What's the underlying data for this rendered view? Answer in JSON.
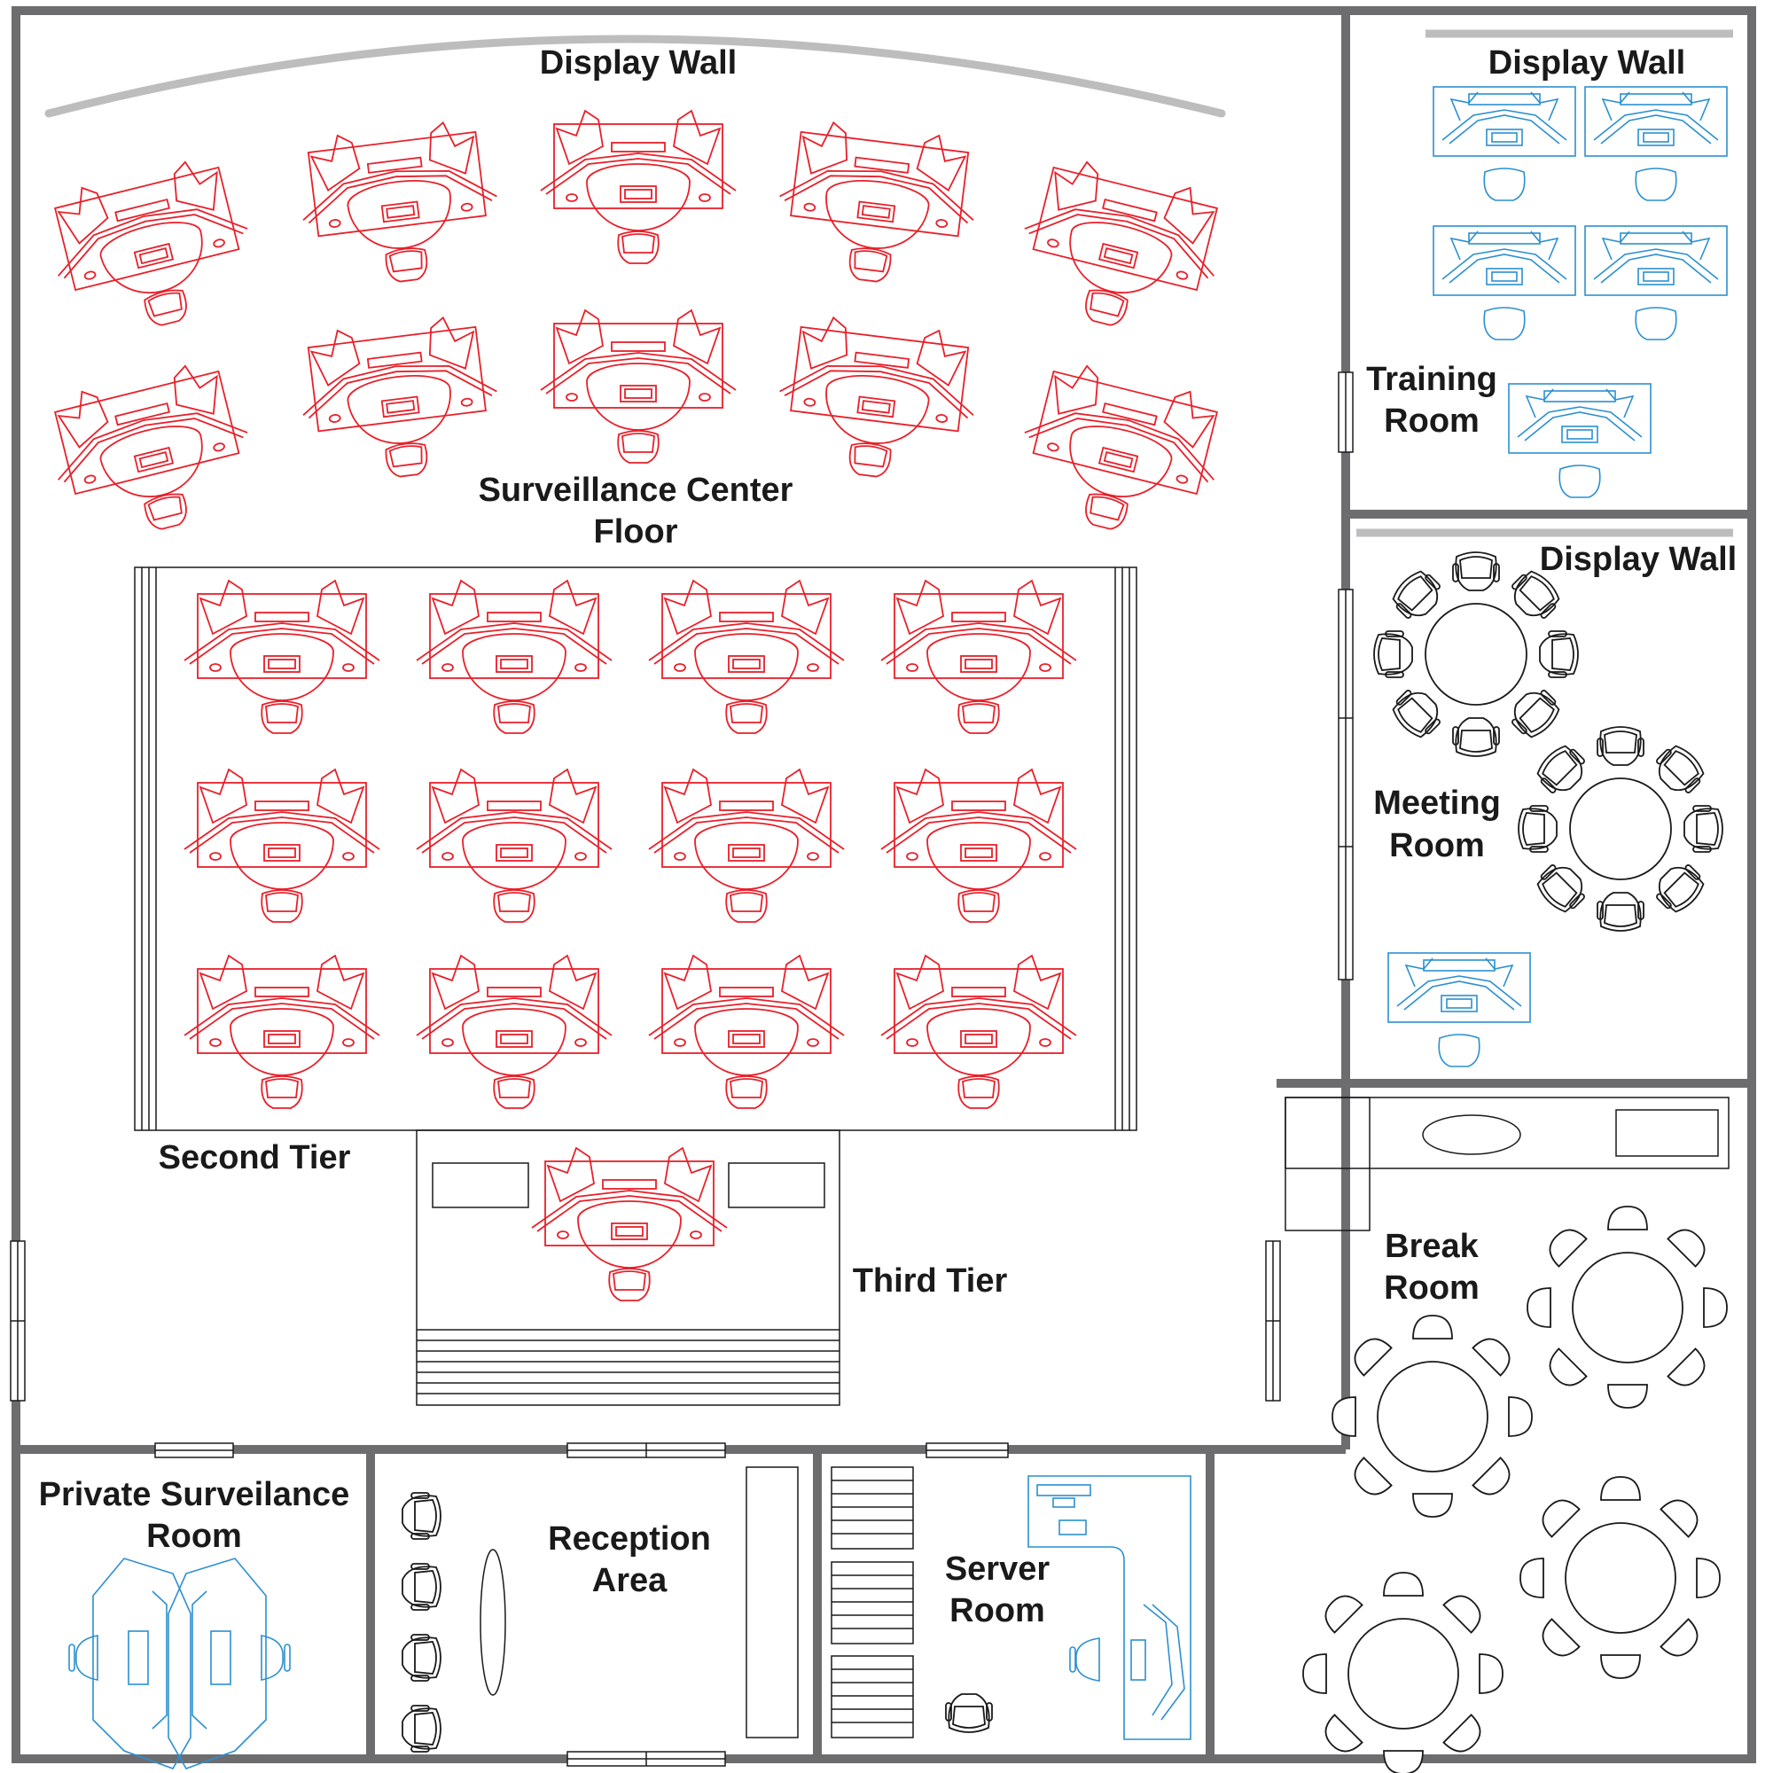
{
  "labels": {
    "display_wall_main": "Display Wall",
    "display_wall_training": "Display Wall",
    "display_wall_meeting": "Display Wall",
    "surveillance_line1": "Surveillance Center",
    "surveillance_line2": "Floor",
    "training_line1": "Training",
    "training_line2": "Room",
    "meeting_line1": "Meeting",
    "meeting_line2": "Room",
    "second_tier": "Second Tier",
    "third_tier": "Third Tier",
    "break_line1": "Break",
    "break_line2": "Room",
    "private_line1": "Private Surveilance",
    "private_line2": "Room",
    "reception_line1": "Reception",
    "reception_line2": "Area",
    "server_line1": "Server",
    "server_line2": "Room"
  },
  "colors": {
    "wall": "#6d6d6f",
    "display_wall": "#bdbdbd",
    "operator_console": "#e8202a",
    "support_console": "#2b8fd0",
    "furniture": "#1a1a1a"
  }
}
